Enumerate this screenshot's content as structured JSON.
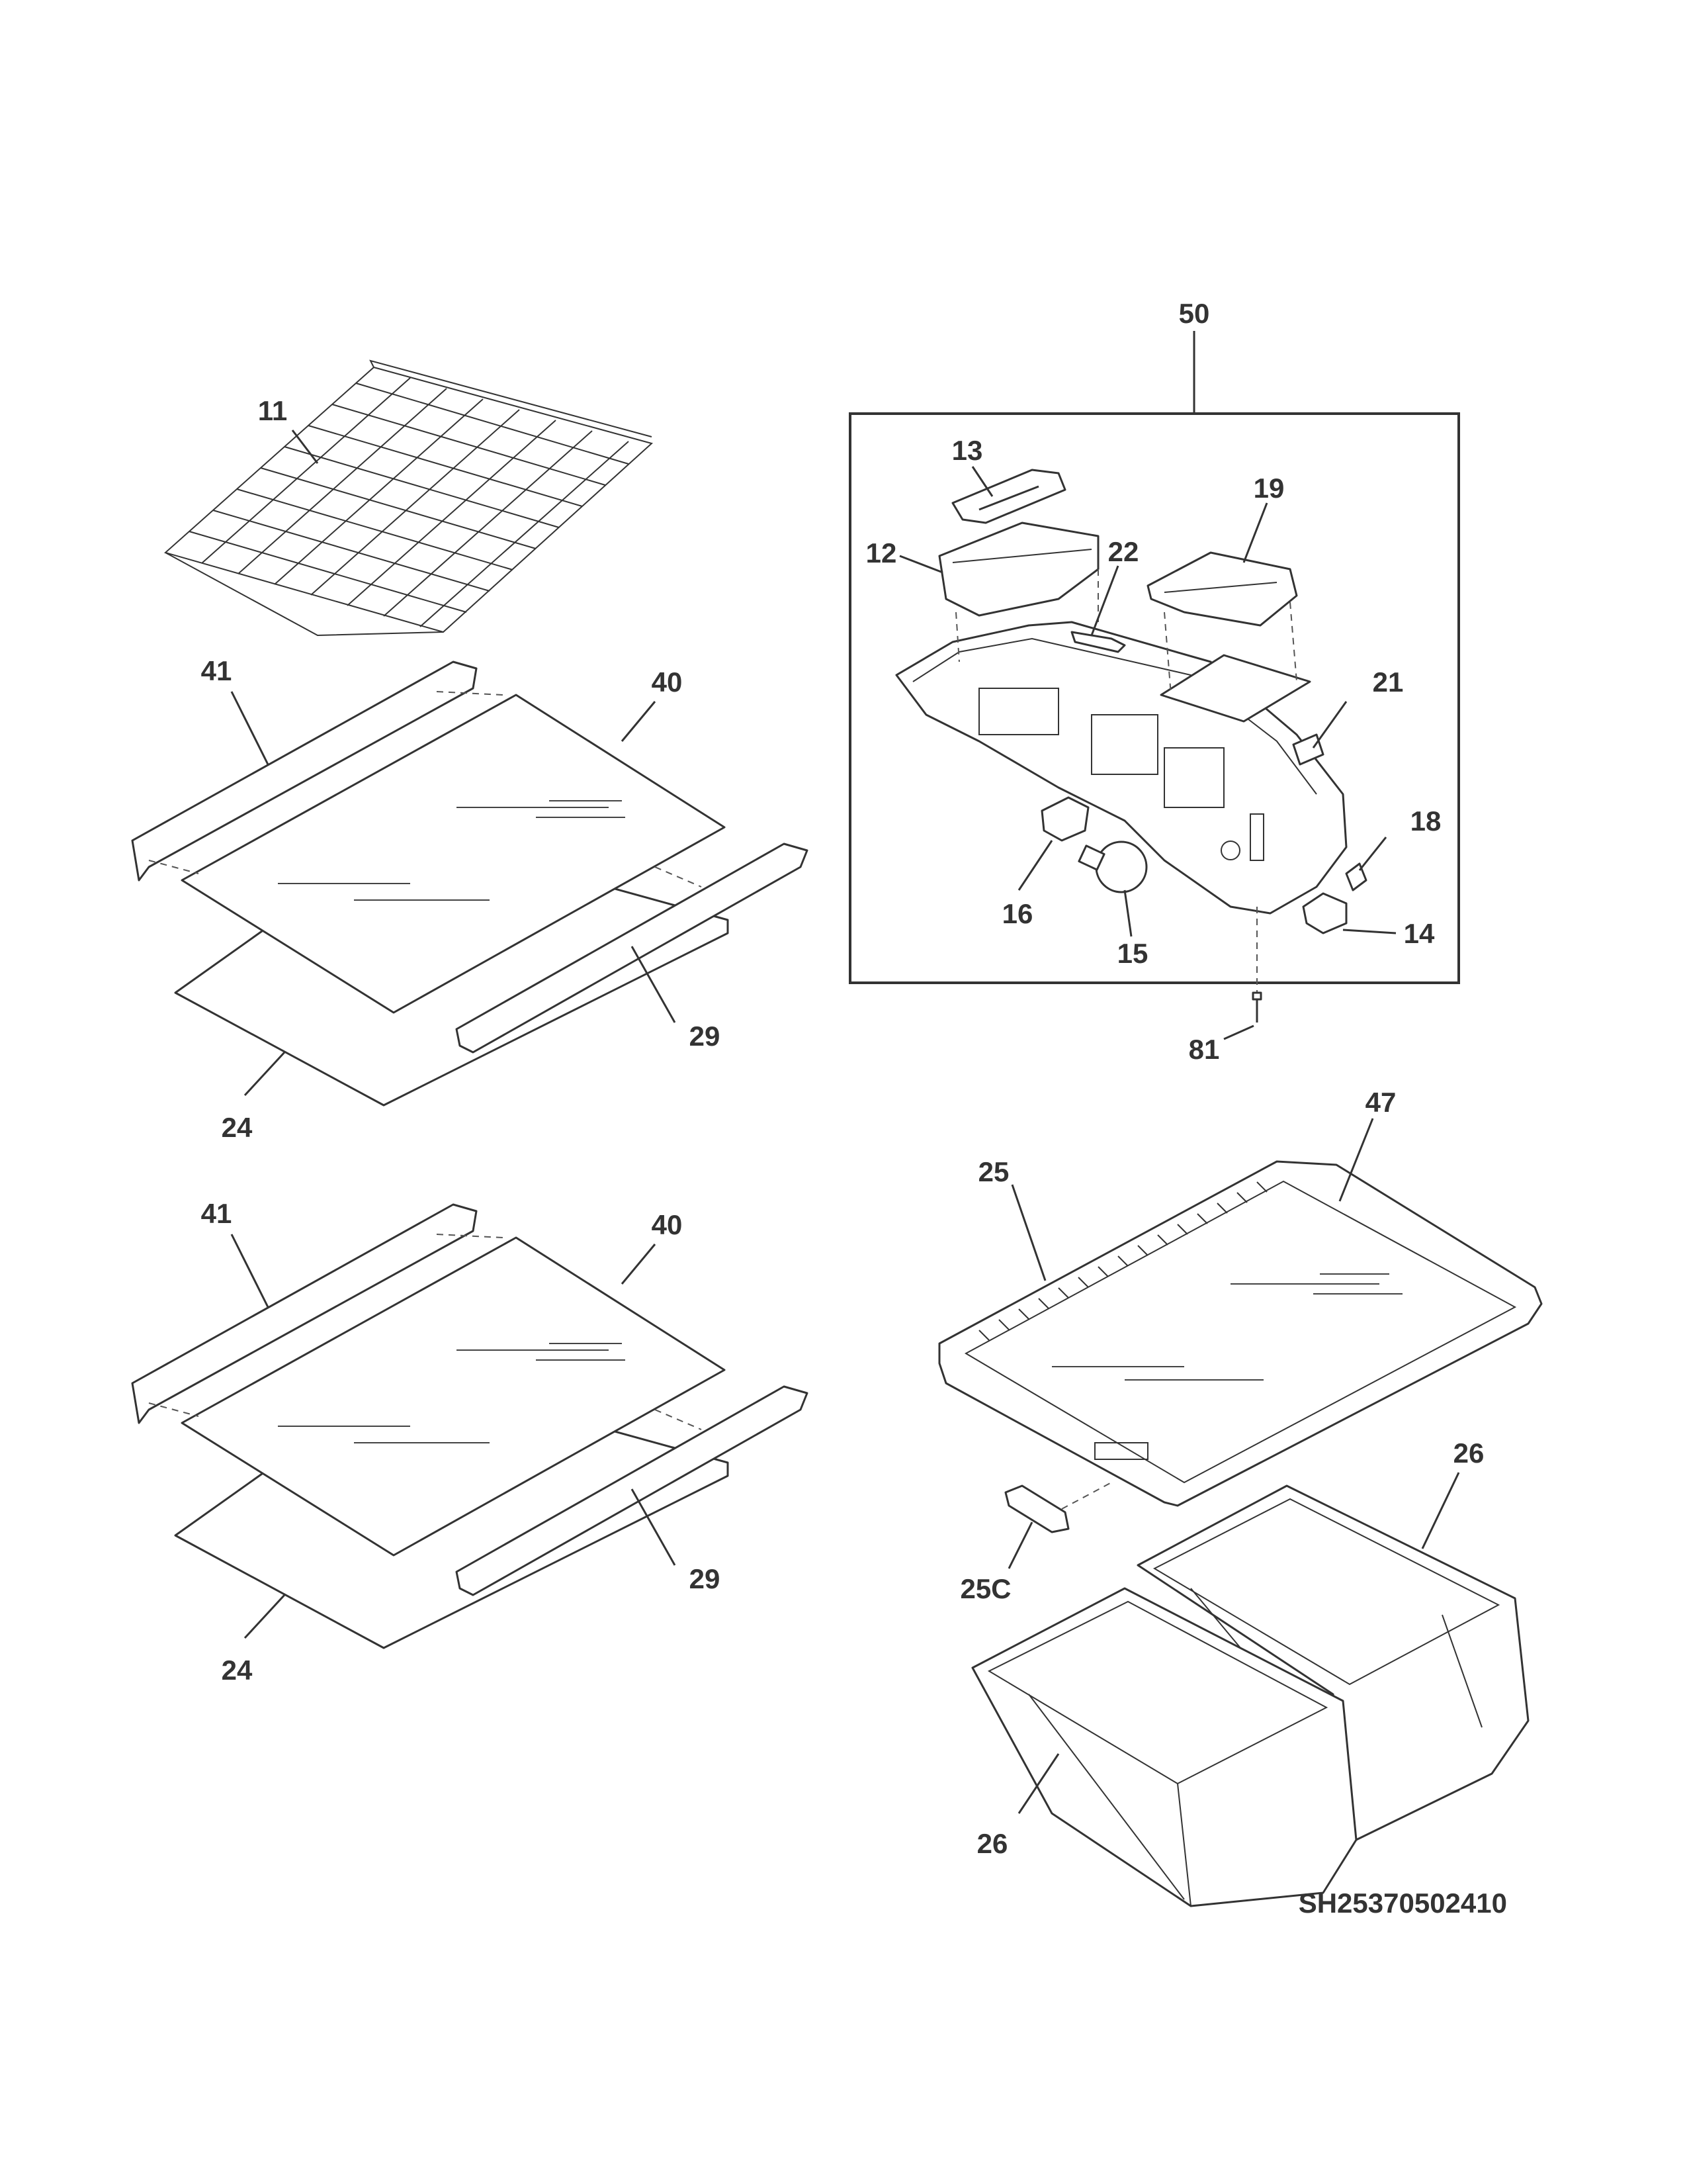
{
  "callouts": {
    "c50": "50",
    "c11": "11",
    "c13": "13",
    "c19": "19",
    "c12": "12",
    "c22": "22",
    "c41a": "41",
    "c40a": "40",
    "c21": "21",
    "c18": "18",
    "c16": "16",
    "c14": "14",
    "c15": "15",
    "c29a": "29",
    "c81": "81",
    "c24a": "24",
    "c47": "47",
    "c25": "25",
    "c41b": "41",
    "c40b": "40",
    "c26a": "26",
    "c25c": "25C",
    "c29b": "29",
    "c24b": "24",
    "c26b": "26"
  },
  "document_id": "SH25370502410"
}
